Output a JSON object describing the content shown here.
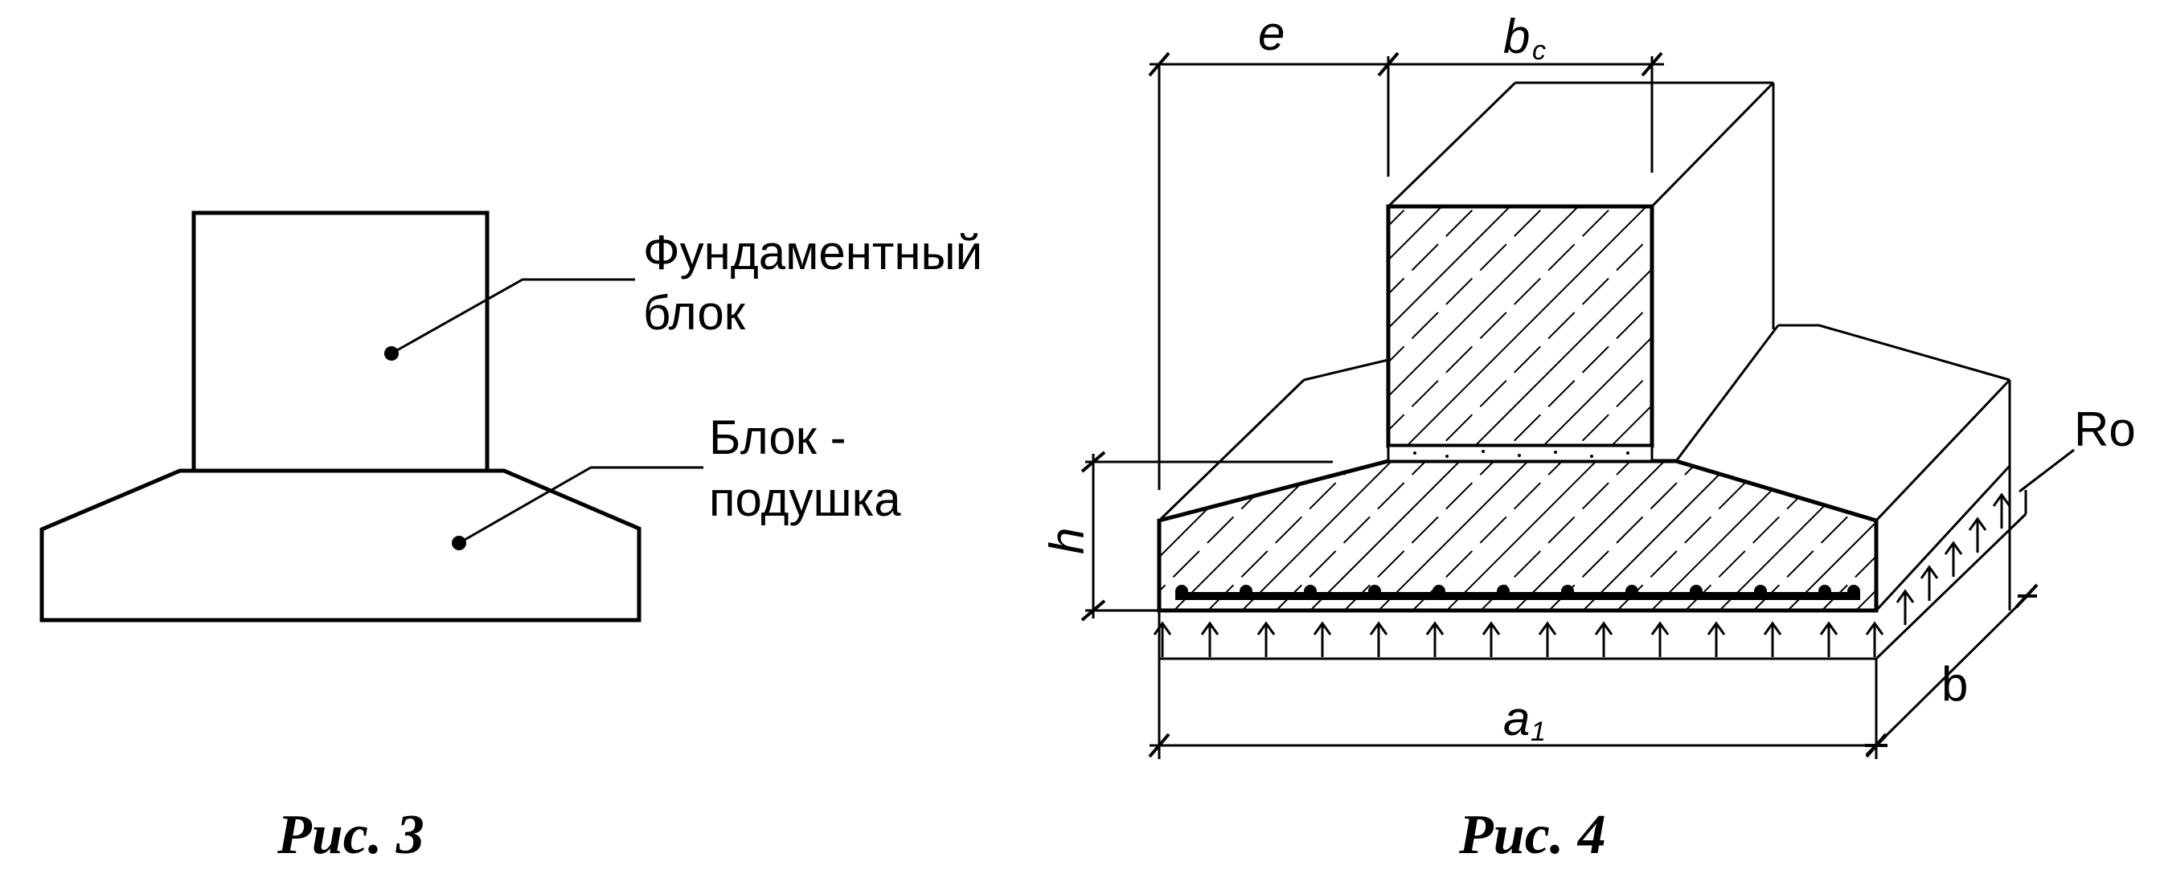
{
  "figure3": {
    "caption": "Рис. 3",
    "label_block": [
      "Фундаментный",
      "блок"
    ],
    "label_cushion": [
      "Блок -",
      "подушка"
    ]
  },
  "figure4": {
    "caption": "Рис. 4",
    "dim_e": "e",
    "dim_bc_main": "b",
    "dim_bc_sub": "c",
    "dim_h": "h",
    "dim_a1_main": "a",
    "dim_a1_sub": "1",
    "dim_b": "b",
    "label_ro": "Ro"
  }
}
